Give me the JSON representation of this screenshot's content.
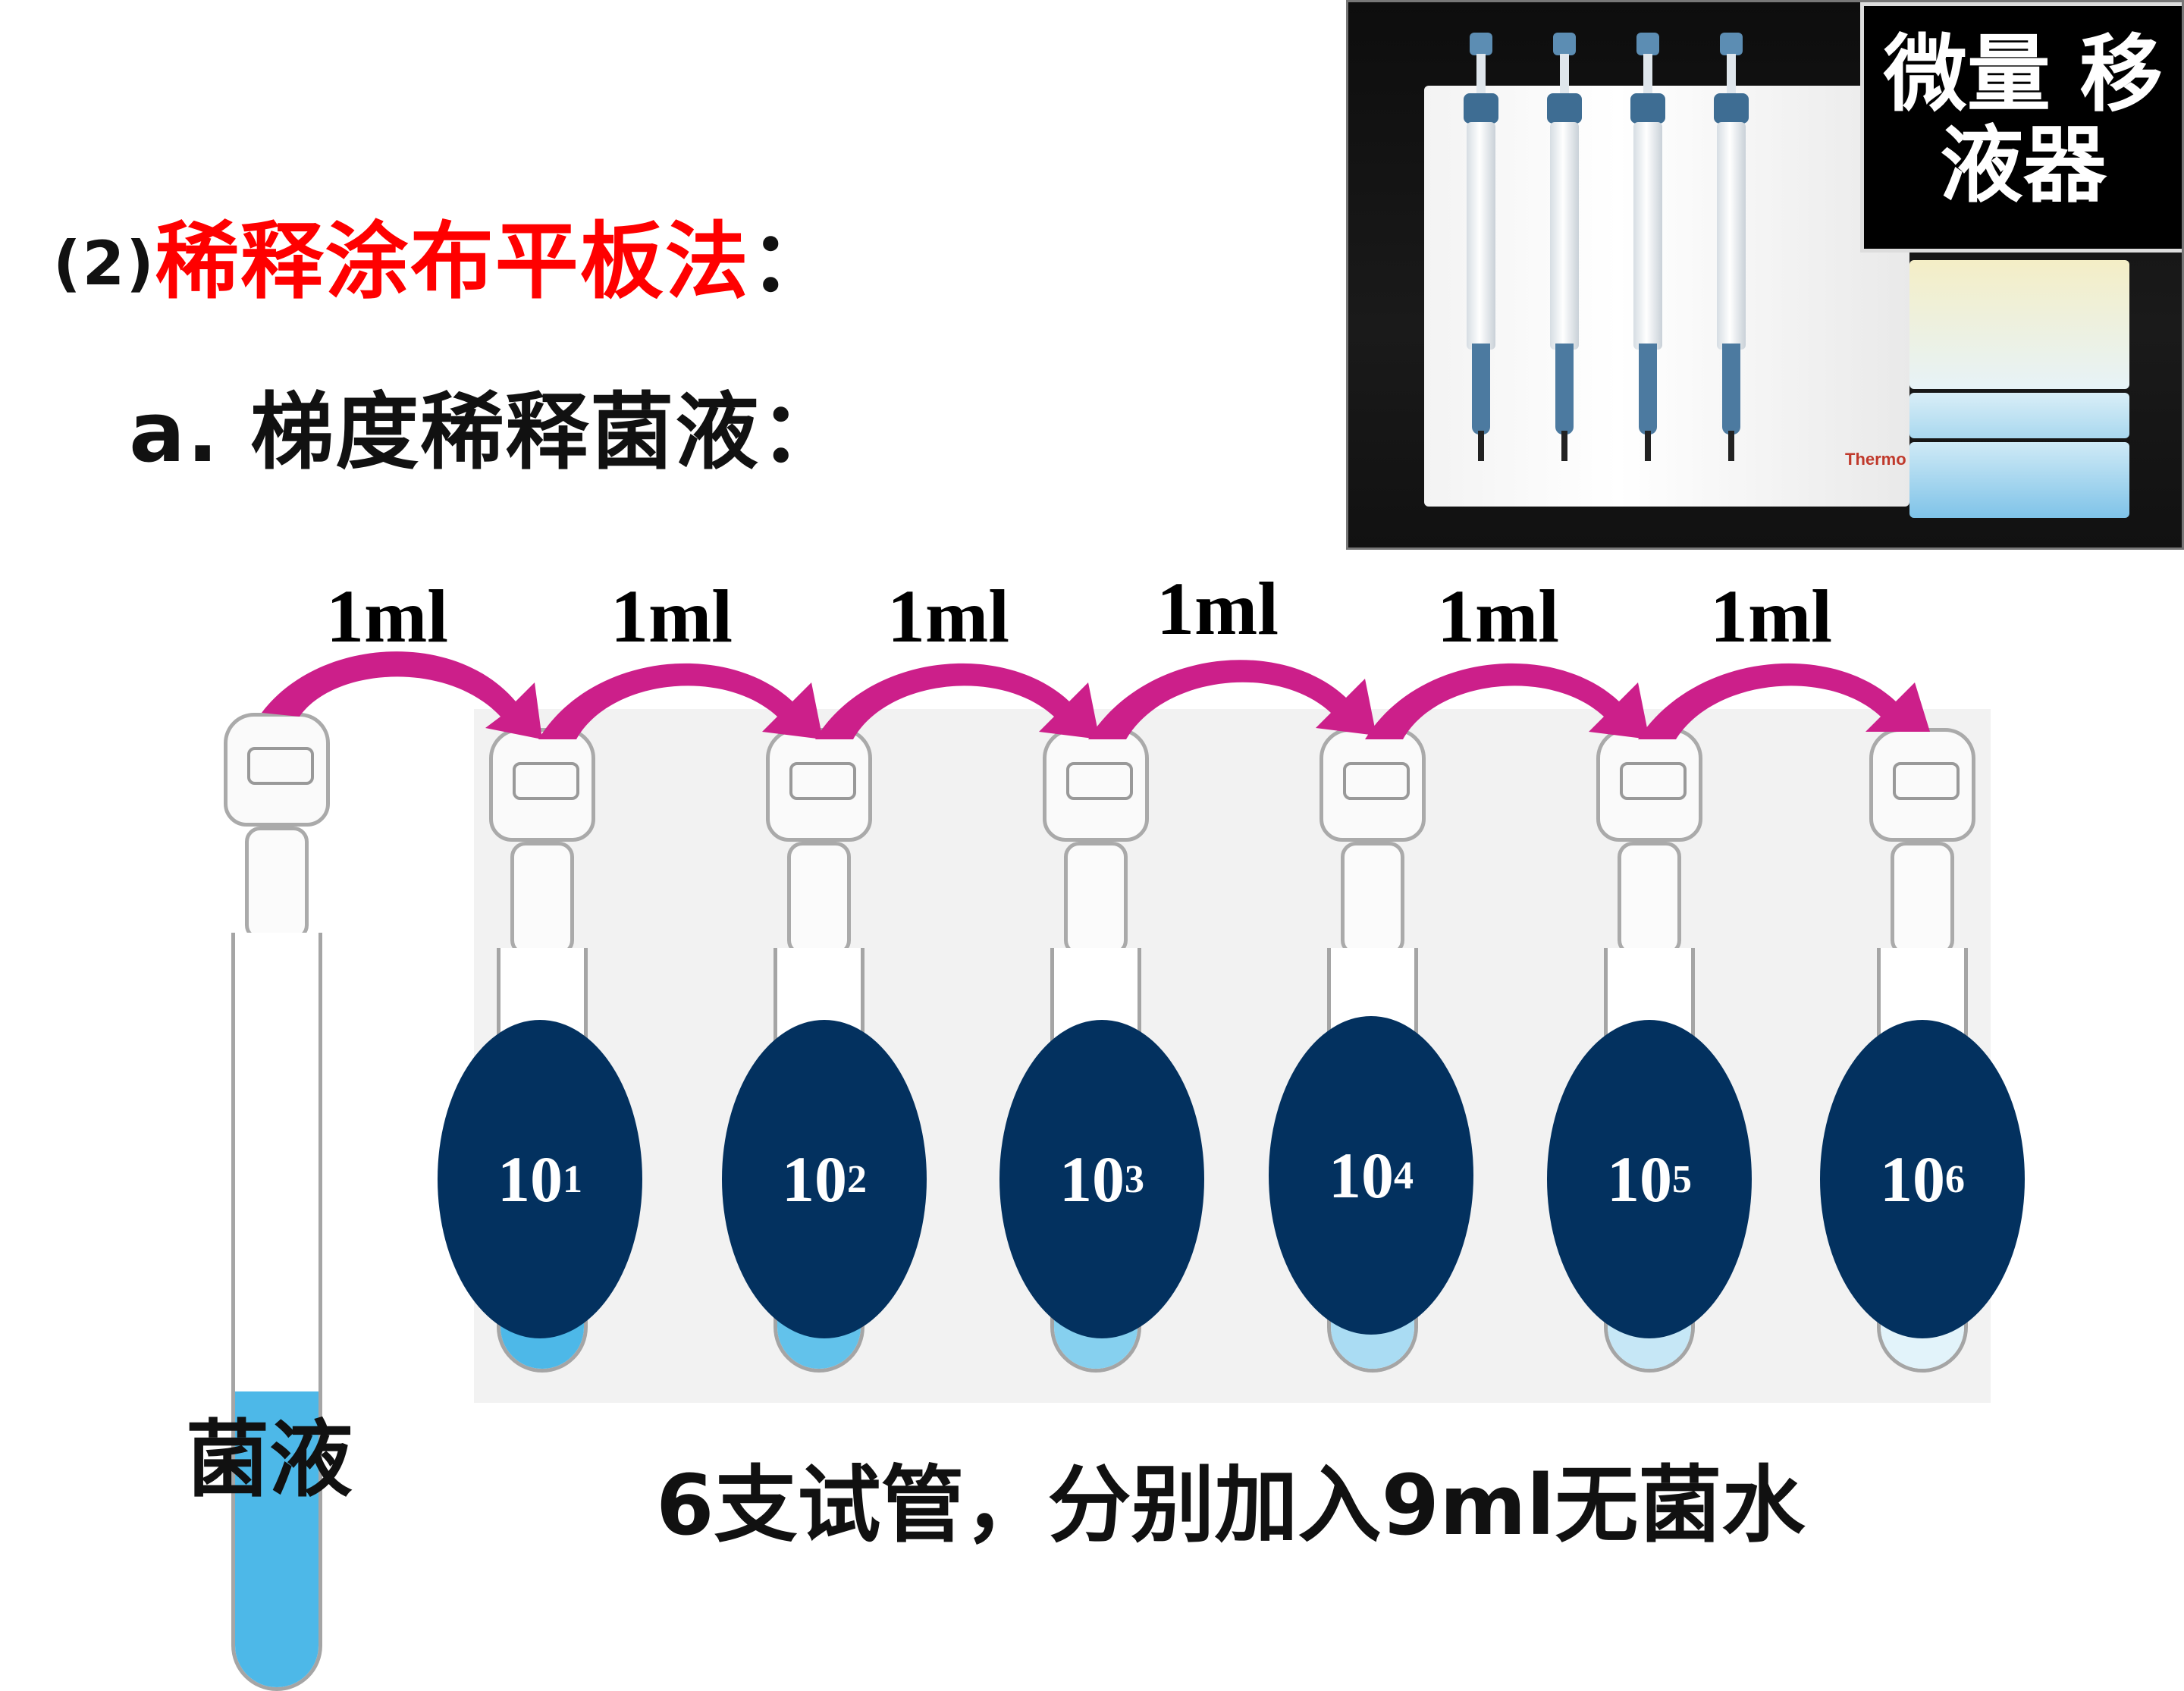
{
  "title": {
    "number": "(2)",
    "method": "稀释涂布平板法",
    "suffix": "："
  },
  "subtitle": "a. 梯度稀释菌液：",
  "photo": {
    "label_line1": "微量 移",
    "label_line2": "液器",
    "brand": "Thermo",
    "colors": {
      "pipette_blue": "#3e6d93",
      "tip_blue": "#7fc3e8"
    }
  },
  "transfer_volume": [
    "1ml",
    "1ml",
    "1ml",
    "1ml",
    "1ml",
    "1ml"
  ],
  "source_tube_label": "菌液",
  "dilutions": [
    {
      "base": "10",
      "exponent": "1"
    },
    {
      "base": "10",
      "exponent": "2"
    },
    {
      "base": "10",
      "exponent": "3"
    },
    {
      "base": "10",
      "exponent": "4"
    },
    {
      "base": "10",
      "exponent": "5"
    },
    {
      "base": "10",
      "exponent": "6"
    }
  ],
  "caption": "6支试管，分别加入9ml无菌水",
  "colors": {
    "arrow": "#cc1f8a",
    "oval": "#03315f",
    "liquid": "#4db8e8",
    "title_red": "#ff0000"
  }
}
